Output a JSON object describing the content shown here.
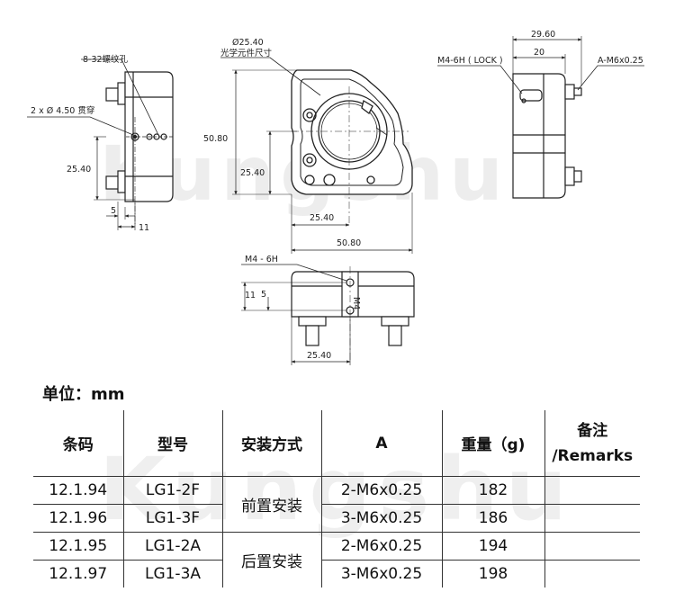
{
  "drawing": {
    "watermark": "Kungshu",
    "labels": {
      "thread_832": "8-32螺纹孔",
      "through_holes": "2 x Ø 4.50 贯穿",
      "dim_25_40_left": "25.40",
      "dim_5_left": "5",
      "dim_11_left": "11",
      "aperture": "Ø25.40",
      "aperture_note": "光学元件尺寸",
      "dim_50_80_v": "50.80",
      "dim_25_40_front_v": "25.40",
      "dim_25_40_front_h": "25.40",
      "dim_50_80_h": "50.80",
      "lock": "M4-6H ( LOCK )",
      "dim_29_60": "29.60",
      "dim_20": "20",
      "a_thread": "A-M6x0.25",
      "bottom_thread": "M4 - 6H",
      "dim_11_bottom": "11",
      "dim_5_bottom": "5",
      "dim_25_40_bottom": "25.40",
      "m4_mark": "M4"
    }
  },
  "unit_label": "单位：mm",
  "table": {
    "headers": {
      "barcode": "条码",
      "model": "型号",
      "mount": "安装方式",
      "a": "A",
      "weight": "重量（g)",
      "remarks_cn": "备注",
      "remarks_en": "/Remarks"
    },
    "rows": [
      {
        "barcode": "12.1.94",
        "model": "LG1-2F",
        "a": "2-M6x0.25",
        "weight": "182",
        "remarks": ""
      },
      {
        "barcode": "12.1.96",
        "model": "LG1-3F",
        "a": "3-M6x0.25",
        "weight": "186",
        "remarks": ""
      },
      {
        "barcode": "12.1.95",
        "model": "LG1-2A",
        "a": "2-M6x0.25",
        "weight": "194",
        "remarks": ""
      },
      {
        "barcode": "12.1.97",
        "model": "LG1-3A",
        "a": "3-M6x0.25",
        "weight": "198",
        "remarks": ""
      }
    ],
    "mount_groups": [
      "前置安装",
      "后置安装"
    ]
  }
}
